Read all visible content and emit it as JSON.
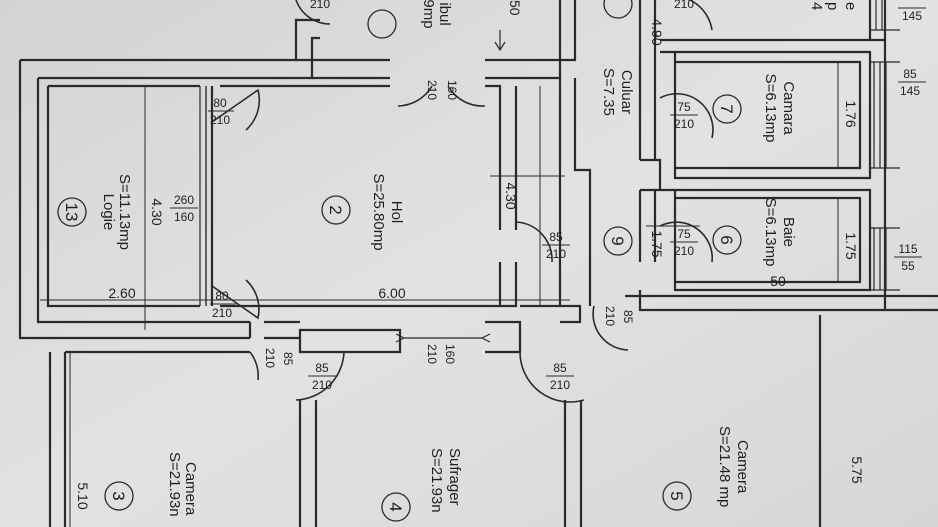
{
  "rooms": {
    "r13": {
      "name": "Logie",
      "area": "S=11.13mp",
      "num": "13"
    },
    "r2": {
      "name": "Hol",
      "area": "S=25.80mp",
      "num": "2"
    },
    "r9": {
      "num": "9"
    },
    "r7": {
      "name": "Camara",
      "area": "S=6.13mp",
      "num": "7"
    },
    "r6": {
      "name": "Baie",
      "area": "S=6.13mp",
      "num": "6"
    },
    "culuar": {
      "name": "Culuar",
      "area": "S=7.35"
    },
    "vestibul": {
      "name": "ibul",
      "area": "9mp"
    },
    "r3": {
      "name": "Camera",
      "area": "S=21.93n",
      "num": "3"
    },
    "r4": {
      "name": "Sufrager",
      "area": "S=21.93n",
      "num": "4"
    },
    "r5": {
      "name": "Camera",
      "area": "S=21.48 mp",
      "num": "5"
    },
    "top_right": {
      "text1": "e",
      "text2": "p",
      "text3": "4"
    }
  },
  "dimensions": {
    "d_430_left": "4.30",
    "d_260": "2.60",
    "d_600": "6.00",
    "d_430_mid": "4.30",
    "d_490": "4.90",
    "d_176": "1.76",
    "d_175_baie": "1.75",
    "d_175_mid": "1.75",
    "d_150": "50",
    "d_575": "5.75",
    "d_510": "5.10",
    "d_top_cut": "50"
  },
  "openings": {
    "o_210_top_a": {
      "top": "210"
    },
    "o_210_top_b": {
      "top": "210"
    },
    "o_80a": {
      "top": "80",
      "bottom": "210"
    },
    "o_80b": {
      "top": "80",
      "bottom": "210"
    },
    "o_260": {
      "top": "260",
      "bottom": "160"
    },
    "o_160_top": {
      "top": "160",
      "bottom": "210"
    },
    "o_160_bot": {
      "top": "160",
      "bottom": "210"
    },
    "o_85_9": {
      "top": "85",
      "bottom": "210"
    },
    "o_75_7": {
      "top": "75",
      "bottom": "210"
    },
    "o_75_6": {
      "top": "75",
      "bottom": "210"
    },
    "o_85_r": {
      "top": "85",
      "bottom": "210"
    },
    "o_85_a": {
      "top": "85",
      "bottom": "210"
    },
    "o_85_b": {
      "top": "85",
      "bottom": "210"
    },
    "o_85_c": {
      "top": "85",
      "bottom": "210"
    },
    "o_145_top": {
      "top": "145"
    },
    "o_85_145": {
      "top": "85",
      "bottom": "145"
    },
    "o_115_55": {
      "top": "115",
      "bottom": "55"
    }
  }
}
